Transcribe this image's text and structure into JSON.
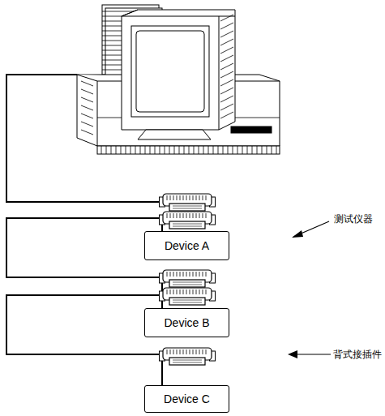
{
  "diagram": {
    "nodes": [
      {
        "text": [
          "Device A"
        ]
      },
      {
        "text": [
          "Device B"
        ]
      },
      {
        "text": [
          "Device C"
        ]
      }
    ],
    "edges": [
      {
        "from": 0,
        "to": 1,
        "arrow": "none"
      },
      {
        "from": 1,
        "to": 2,
        "arrow": "none"
      }
    ],
    "labels": [
      "测试仪器",
      "背式接插件"
    ]
  }
}
